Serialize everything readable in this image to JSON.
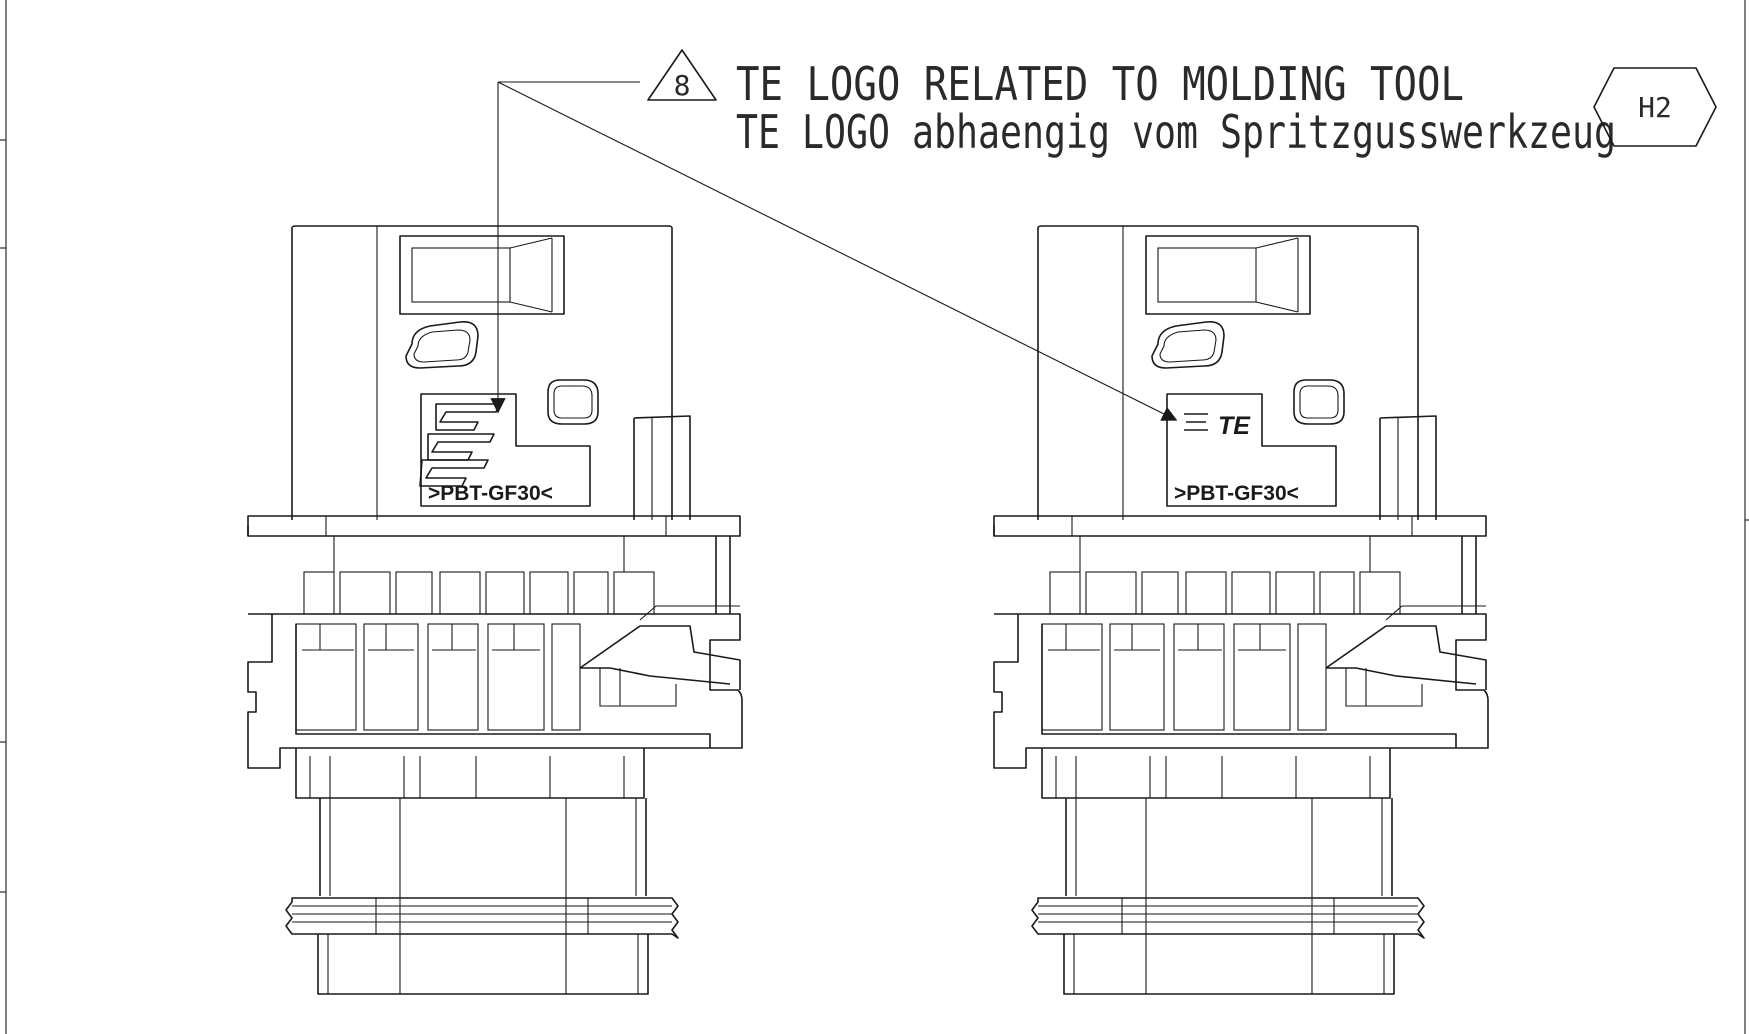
{
  "note": {
    "symbol_number": "8",
    "line_en": "TE LOGO RELATED TO MOLDING TOOL",
    "line_de": "TE LOGO abhaengig vom Spritzgusswerkzeug"
  },
  "zone_tag": "H2",
  "views": [
    {
      "id": "left",
      "material_mark": ">PBT-GF30<",
      "logo_variant": "TE symbol"
    },
    {
      "id": "right",
      "material_mark": ">PBT-GF30<",
      "logo_variant": "TE",
      "logo_text": "TE"
    }
  ],
  "colors": {
    "line": "#1a1a1a",
    "background": "#ffffff"
  }
}
